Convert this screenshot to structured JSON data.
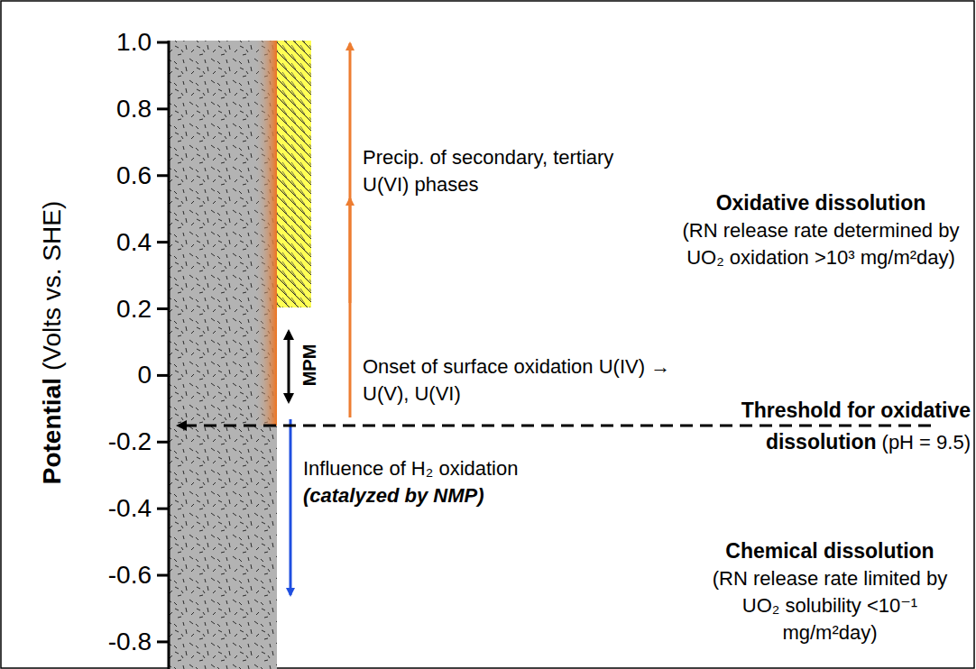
{
  "diagram": {
    "labels": [
      "Potential",
      "(Volts vs. SHE)",
      "1.0",
      "0.8",
      "0.6",
      "0.4",
      "0.2",
      "0",
      "-0.2",
      "-0.4",
      "-0.6",
      "-0.8",
      "Precip. of secondary, tertiary U(VI) phases",
      "Oxidative dissolution",
      "(RN release rate determined by UO₂ oxidation >10³ mg/m²day)",
      "MPM",
      "Onset of surface oxidation U(IV) → U(V), U(VI)",
      "Threshold for oxidative dissolution",
      "(pH = 9.5)",
      "Influence of H₂ oxidation",
      "(catalyzed by NMP)",
      "Chemical dissolution",
      "(RN release rate limited by UO₂ solubility <10⁻¹ mg/m²day)"
    ]
  }
}
